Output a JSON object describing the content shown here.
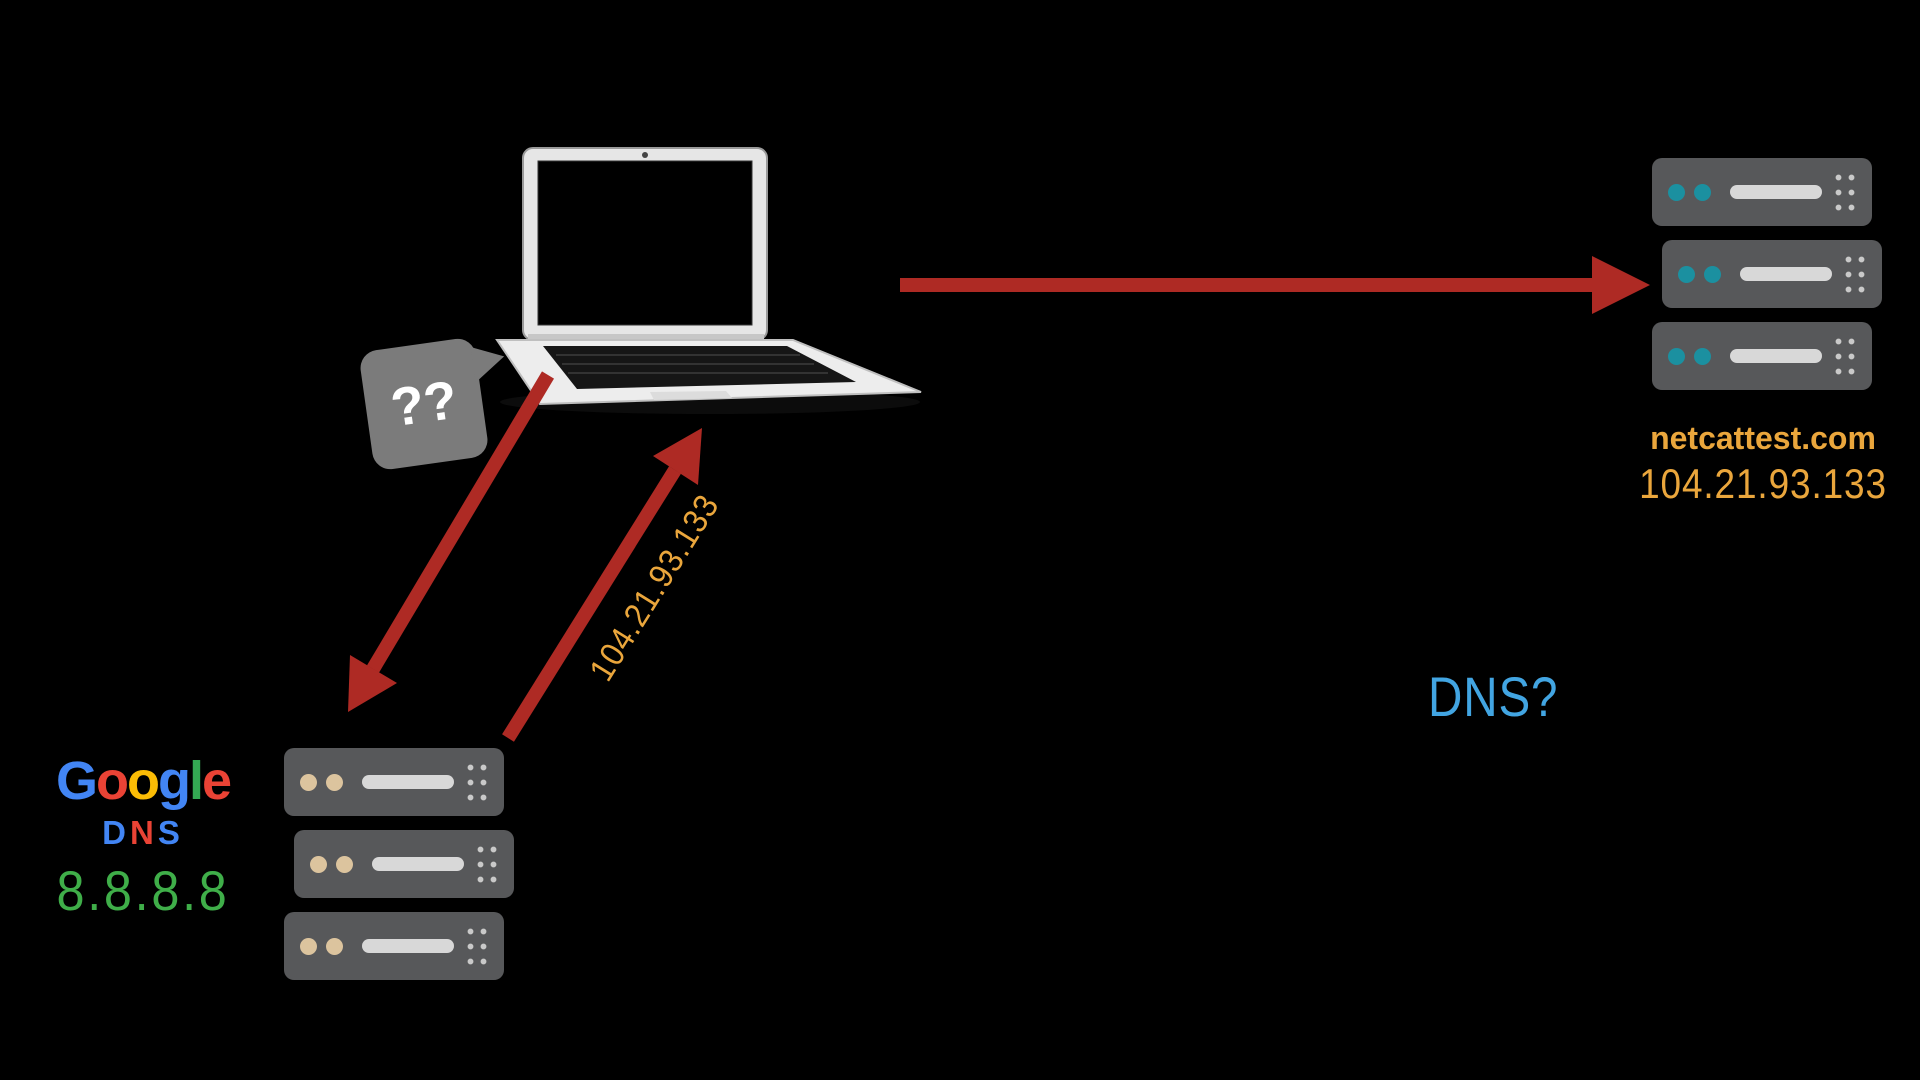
{
  "colors": {
    "arrow_red": "#ae2a24",
    "gold": "#eaa63c",
    "green": "#3fae49",
    "sky_blue": "#42a5e2",
    "server_gray": "#57585a",
    "teal_led": "#1b90a0",
    "tan_led": "#dcc49e",
    "bubble_gray": "#7b7b7b"
  },
  "bubble": {
    "text": "??"
  },
  "dns_question": "DNS?",
  "arrow_label": "104.21.93.133",
  "netcat_server": {
    "domain": "netcattest.com",
    "ip": "104.21.93.133"
  },
  "google_dns": {
    "brand": [
      {
        "ch": "G",
        "style": "color:#4285F4"
      },
      {
        "ch": "o",
        "style": "color:#EA4335"
      },
      {
        "ch": "o",
        "style": "color:#FBBC05"
      },
      {
        "ch": "g",
        "style": "color:#4285F4"
      },
      {
        "ch": "l",
        "style": "color:#34A853"
      },
      {
        "ch": "e",
        "style": "color:#EA4335"
      }
    ],
    "dns": [
      {
        "ch": "D",
        "style": "color:#4285F4"
      },
      {
        "ch": "N",
        "style": "color:#EA4335"
      },
      {
        "ch": "S",
        "style": "color:#4285F4"
      }
    ],
    "ip": "8.8.8.8"
  }
}
